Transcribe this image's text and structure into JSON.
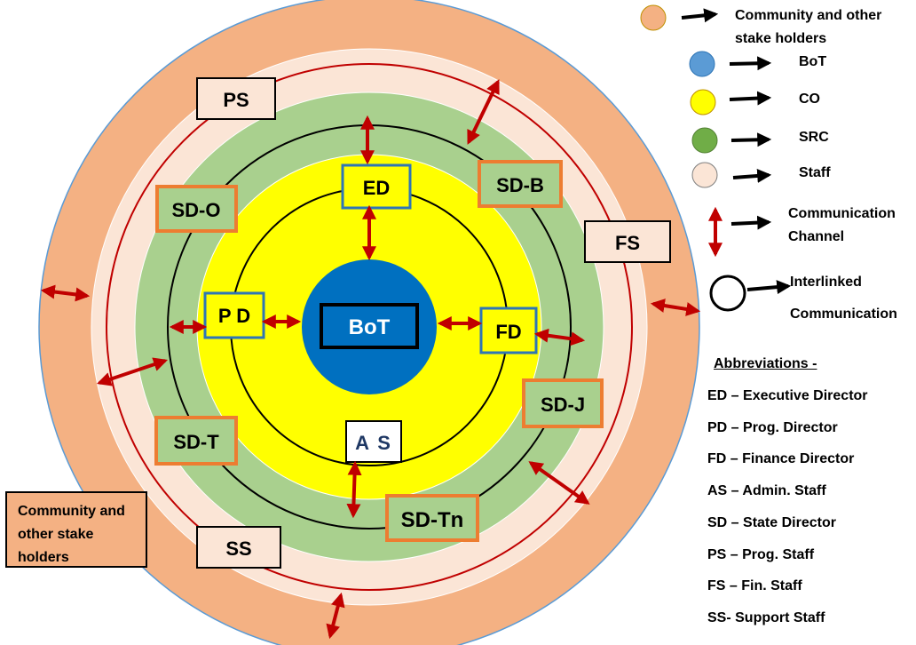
{
  "nodes": {
    "bot": "BoT",
    "ed": "ED",
    "pd": "P D",
    "fd": "FD",
    "as": "A S",
    "ps": "PS",
    "fs": "FS",
    "ss": "SS",
    "sd_o": "SD-O",
    "sd_b": "SD-B",
    "sd_j": "SD-J",
    "sd_t": "SD-T",
    "sd_tn": "SD-Tn"
  },
  "community_box": [
    "Community and",
    "other stake",
    "holders"
  ],
  "legend": [
    {
      "lines": [
        "Community and other",
        "stake holders"
      ],
      "color": "#F4B183"
    },
    {
      "lines": [
        "BoT"
      ],
      "color": "#5B9BD5"
    },
    {
      "lines": [
        "CO"
      ],
      "color": "#FFFF00"
    },
    {
      "lines": [
        "SRC"
      ],
      "color": "#70AD47"
    },
    {
      "lines": [
        "Staff"
      ],
      "color": "#FBE5D6"
    },
    {
      "lines": [
        "Communication",
        "Channel"
      ],
      "icon": "double-arrow-icon"
    },
    {
      "lines": [
        "Interlinked",
        "Communication"
      ],
      "icon": "ring-icon"
    }
  ],
  "abbreviations": {
    "title": "Abbreviations -",
    "items": [
      "ED – Executive Director",
      "PD – Prog. Director",
      "FD – Finance Director",
      "AS – Admin. Staff",
      "SD – State Director",
      "PS – Prog. Staff",
      "FS – Fin. Staff",
      "SS- Support Staff"
    ]
  },
  "colors": {
    "community": "#F4B183",
    "staff": "#FBE5D6",
    "src": "#A9D08E",
    "co": "#FFFF00",
    "bot": "#0070C0",
    "arrow": "#C00000",
    "blue_border": "#2E75B6",
    "orange_border": "#ED7D31"
  }
}
